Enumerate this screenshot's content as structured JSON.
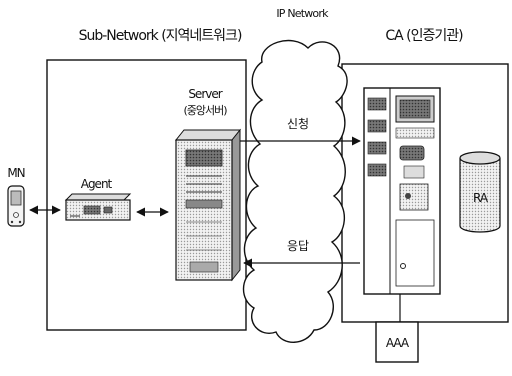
{
  "labels": {
    "subnetwork": "Sub-Network (지역네트워크)",
    "ipnetwork": "IP Network",
    "ca": "CA (인증기관)",
    "mn": "MN",
    "agent": "Agent",
    "server_line1": "Server",
    "server_line2": "(중앙서버)",
    "request": "신청",
    "response": "응답",
    "ra": "RA",
    "aaa": "AAA"
  },
  "colors": {
    "line": "#111111",
    "fill_light": "#eeeeee",
    "fill_dark": "#555555",
    "background": "#ffffff"
  },
  "icons": {
    "mn": "pda-icon",
    "agent": "agent-device-icon",
    "server": "server-tower-icon",
    "ipnetwork": "cloud-icon",
    "ca": "ca-server-rack-icon",
    "ra": "database-cylinder-icon",
    "aaa": "aaa-box-icon"
  }
}
